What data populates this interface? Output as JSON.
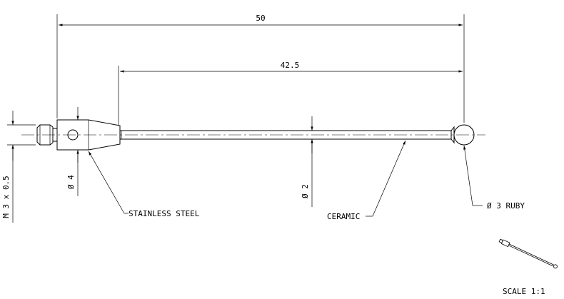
{
  "dimensions": {
    "overall_length": "50",
    "shaft_length": "42.5",
    "body_diameter": "Ø 4",
    "shaft_diameter": "Ø 2",
    "thread": "M 3 x 0.5"
  },
  "callouts": {
    "body_material": "STAINLESS STEEL",
    "shaft_material": "CERAMIC",
    "ball": "Ø 3 RUBY"
  },
  "scale_label": "SCALE 1:1"
}
